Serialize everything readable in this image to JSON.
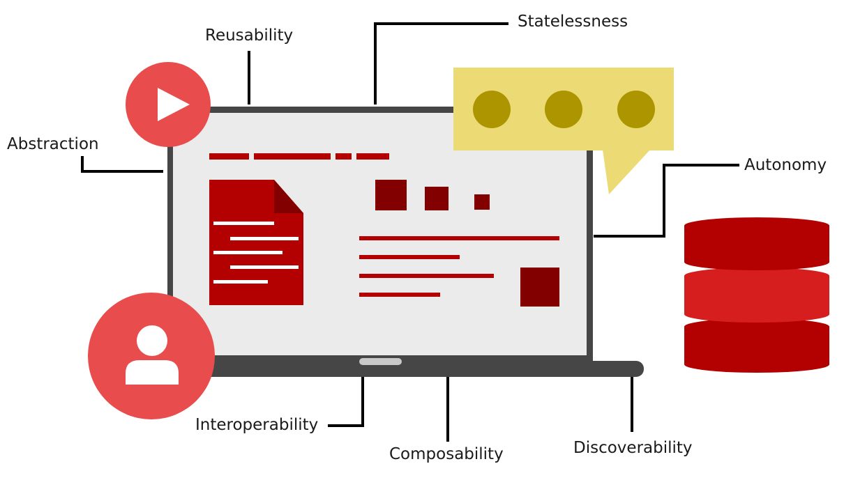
{
  "labels": {
    "reusability": "Reusability",
    "statelessness": "Statelessness",
    "abstraction": "Abstraction",
    "autonomy": "Autonomy",
    "interoperability": "Interoperability",
    "composability": "Composability",
    "discoverability": "Discoverability"
  },
  "icons": {
    "play": "play-icon",
    "user": "user-icon",
    "chat": "chat-bubble-icon",
    "database": "database-icon",
    "document": "document-icon",
    "laptop": "laptop-icon"
  },
  "colors": {
    "red_circle": "#e84c4c",
    "dark_red": "#b30000",
    "maroon": "#820000",
    "bubble_yellow": "#ecdb75",
    "bubble_dots": "#ad9500",
    "laptop_frame": "#464646",
    "screen_bg": "#ebebeb",
    "connector": "#000000"
  }
}
